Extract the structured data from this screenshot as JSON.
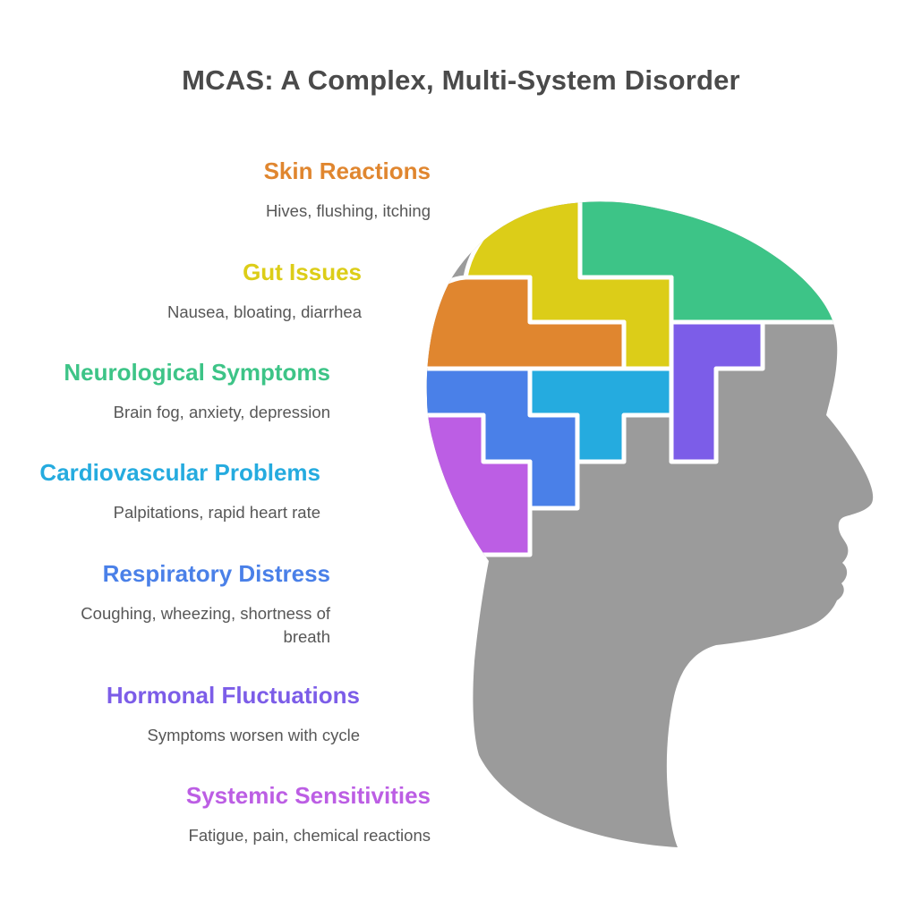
{
  "title": "MCAS: A Complex, Multi-System Disorder",
  "title_color": "#4A4A4A",
  "text_color": "#575757",
  "background": "#FFFFFF",
  "head": {
    "color": "#9B9B9B",
    "divider_color": "#FFFFFF"
  },
  "sections": [
    {
      "label": "Skin Reactions",
      "desc": "Hives, flushing, itching",
      "color": "#E0862F",
      "piece": "orange-s-piece"
    },
    {
      "label": "Gut Issues",
      "desc": "Nausea, bloating, diarrhea",
      "color": "#DCCD18",
      "piece": "yellow-step-piece"
    },
    {
      "label": "Neurological Symptoms",
      "desc": "Brain fog, anxiety, depression",
      "color": "#3DC487",
      "piece": "green-dome-piece"
    },
    {
      "label": "Cardiovascular Problems",
      "desc": "Palpitations, rapid heart rate",
      "color": "#25ABDF",
      "piece": "cyan-t-piece"
    },
    {
      "label": "Respiratory Distress",
      "desc": "Coughing, wheezing, shortness of breath",
      "color": "#4A80E8",
      "piece": "blue-staircase-piece"
    },
    {
      "label": "Hormonal Fluctuations",
      "desc": "Symptoms worsen with cycle",
      "color": "#7C5DE8",
      "piece": "violet-j-piece"
    },
    {
      "label": "Systemic Sensitivities",
      "desc": "Fatigue, pain, chemical reactions",
      "color": "#BC5EE4",
      "piece": "magenta-step-piece"
    }
  ]
}
